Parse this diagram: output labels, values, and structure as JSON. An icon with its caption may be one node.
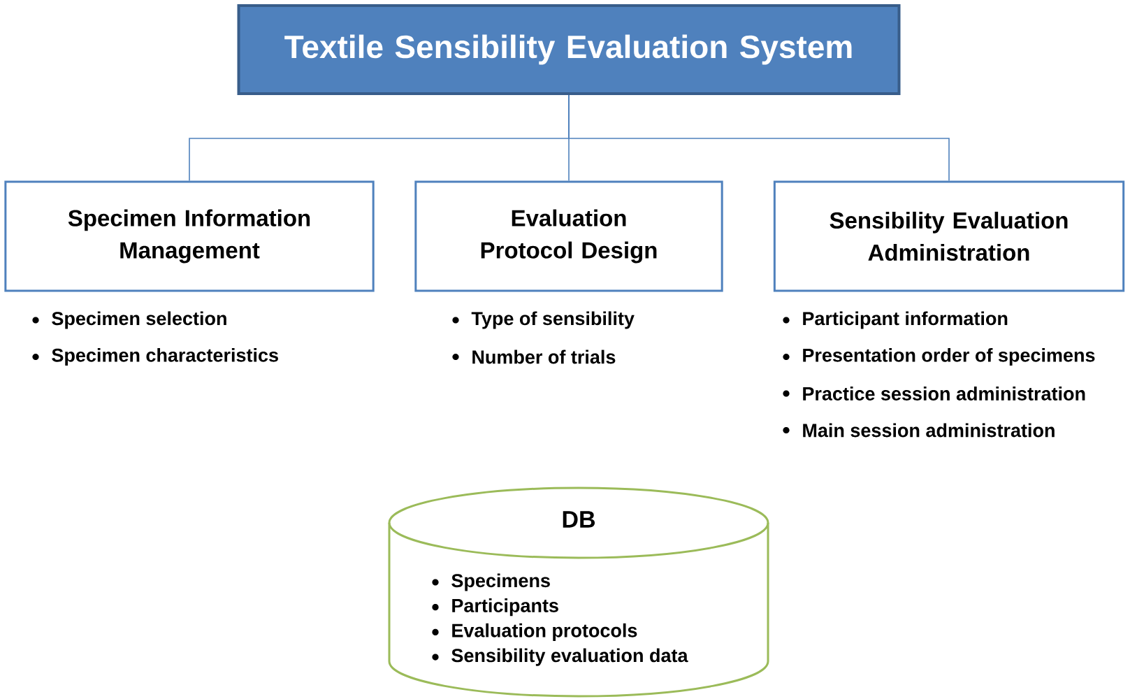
{
  "diagram": {
    "nodes": [
      {
        "text": [
          "Textile Sensibility Evaluation System"
        ]
      },
      {
        "text": [
          "Specimen Information Management"
        ],
        "beside": [
          "Specimen selection",
          "Specimen characteristics"
        ]
      },
      {
        "text": [
          "Evaluation Protocol Design"
        ],
        "beside": [
          "Type of sensibility",
          "Number of trials"
        ]
      },
      {
        "text": [
          "Sensibility Evaluation Administration"
        ],
        "beside": [
          "Participant information",
          "Presentation order of specimens",
          "Practice session administration",
          "Main session administration"
        ]
      },
      {
        "text": [
          "DB",
          "Specimens",
          "Participants",
          "Evaluation protocols",
          "Sensibility evaluation data"
        ]
      }
    ],
    "edges": [
      {
        "from": 0,
        "to": 1,
        "arrow": "none"
      },
      {
        "from": 0,
        "to": 2,
        "arrow": "none"
      },
      {
        "from": 0,
        "to": 3,
        "arrow": "none"
      }
    ]
  }
}
